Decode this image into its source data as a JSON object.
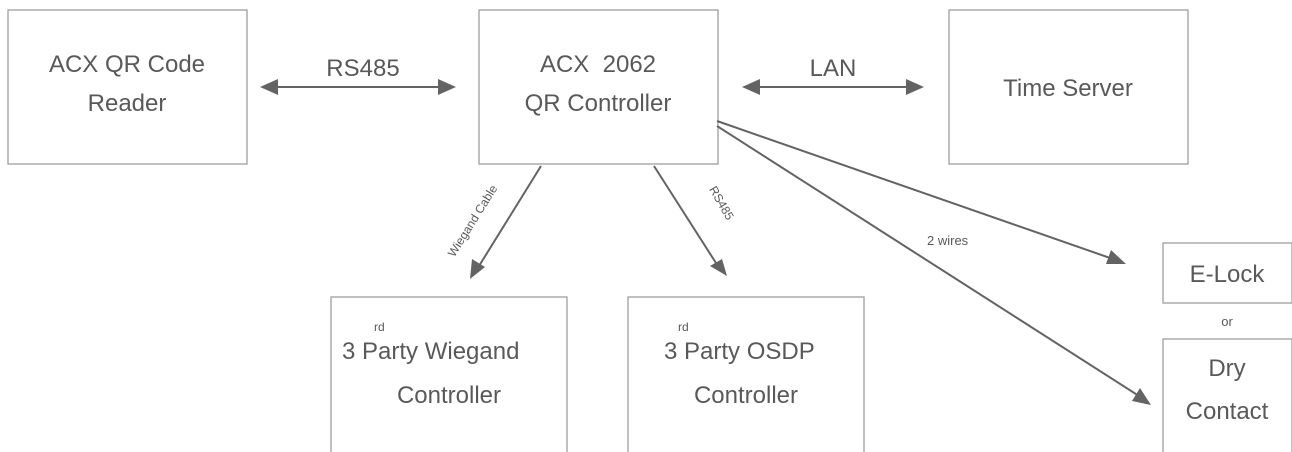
{
  "nodes": {
    "reader": {
      "line1": "ACX QR Code",
      "line2": "Reader"
    },
    "controller": {
      "line1": "ACX  2062",
      "line2": "QR Controller"
    },
    "time_server": {
      "label": "Time Server"
    },
    "wiegand": {
      "num": "3",
      "sup": "rd",
      "line1": " Party Wiegand",
      "line2": "Controller"
    },
    "osdp": {
      "num": "3",
      "sup": "rd",
      "line1": " Party OSDP",
      "line2": "Controller"
    },
    "elock": {
      "label": "E-Lock"
    },
    "or": {
      "label": "or"
    },
    "dry": {
      "line1": "Dry",
      "line2": "Contact"
    }
  },
  "links": {
    "rs485_top": "RS485",
    "lan": "LAN",
    "wiegand_cable": "Wiegand Cable",
    "rs485_diag": "RS485",
    "two_wires": "2 wires"
  }
}
